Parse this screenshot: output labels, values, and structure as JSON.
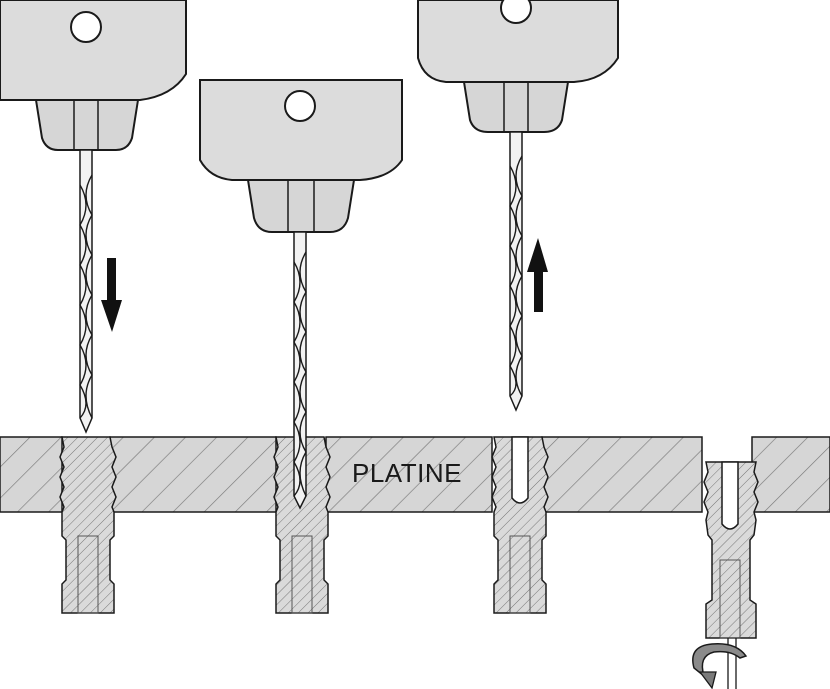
{
  "labels": {
    "plate": "PLATINE"
  },
  "colors": {
    "plate_fill": "#d6d6d6",
    "drill_body": "#d9d9d9",
    "line": "#1a1a1a",
    "arrow": "#111111"
  },
  "icons": {
    "arrow_down": "arrow-down-icon",
    "arrow_up": "arrow-up-icon",
    "rotation": "rotate-icon"
  },
  "steps": [
    {
      "name": "step-drill-enter"
    },
    {
      "name": "step-drill-inside"
    },
    {
      "name": "step-drill-retract"
    },
    {
      "name": "step-insert-expanded"
    }
  ]
}
